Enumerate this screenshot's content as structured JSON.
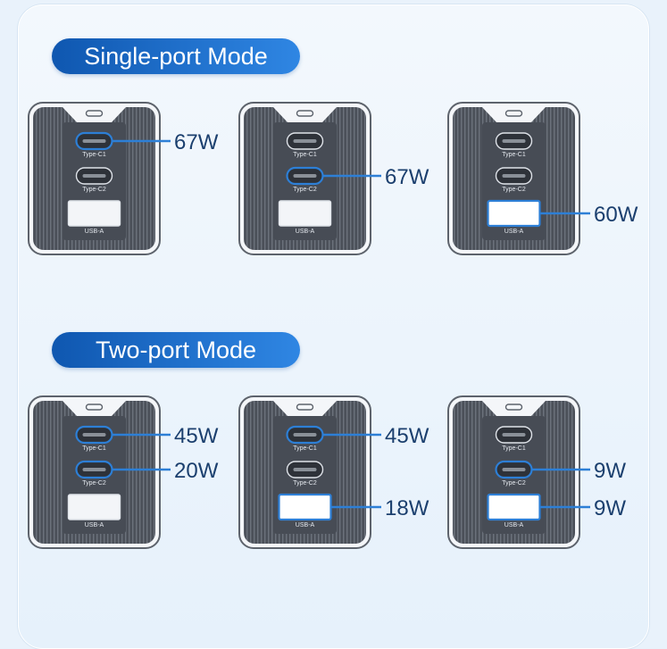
{
  "colors": {
    "accent": "#2d7fd6",
    "accent_dark": "#0f57b0",
    "device_body": "#4a4f58",
    "port_label_text": "#e4e8ee",
    "watt_text": "#1b3f6e"
  },
  "sections": [
    {
      "title": "Single-port Mode",
      "chargers": [
        {
          "ports": [
            {
              "label": "Type-C1",
              "kind": "usb-c",
              "active": true,
              "watt": "67W"
            },
            {
              "label": "Type-C2",
              "kind": "usb-c",
              "active": false,
              "watt": ""
            },
            {
              "label": "USB-A",
              "kind": "usb-a",
              "active": false,
              "watt": ""
            }
          ]
        },
        {
          "ports": [
            {
              "label": "Type-C1",
              "kind": "usb-c",
              "active": false,
              "watt": ""
            },
            {
              "label": "Type-C2",
              "kind": "usb-c",
              "active": true,
              "watt": "67W"
            },
            {
              "label": "USB-A",
              "kind": "usb-a",
              "active": false,
              "watt": ""
            }
          ]
        },
        {
          "ports": [
            {
              "label": "Type-C1",
              "kind": "usb-c",
              "active": false,
              "watt": ""
            },
            {
              "label": "Type-C2",
              "kind": "usb-c",
              "active": false,
              "watt": ""
            },
            {
              "label": "USB-A",
              "kind": "usb-a",
              "active": true,
              "watt": "60W"
            }
          ]
        }
      ]
    },
    {
      "title": "Two-port Mode",
      "chargers": [
        {
          "ports": [
            {
              "label": "Type-C1",
              "kind": "usb-c",
              "active": true,
              "watt": "45W"
            },
            {
              "label": "Type-C2",
              "kind": "usb-c",
              "active": true,
              "watt": "20W"
            },
            {
              "label": "USB-A",
              "kind": "usb-a",
              "active": false,
              "watt": ""
            }
          ]
        },
        {
          "ports": [
            {
              "label": "Type-C1",
              "kind": "usb-c",
              "active": true,
              "watt": "45W"
            },
            {
              "label": "Type-C2",
              "kind": "usb-c",
              "active": false,
              "watt": ""
            },
            {
              "label": "USB-A",
              "kind": "usb-a",
              "active": true,
              "watt": "18W"
            }
          ]
        },
        {
          "ports": [
            {
              "label": "Type-C1",
              "kind": "usb-c",
              "active": false,
              "watt": ""
            },
            {
              "label": "Type-C2",
              "kind": "usb-c",
              "active": true,
              "watt": "9W"
            },
            {
              "label": "USB-A",
              "kind": "usb-a",
              "active": true,
              "watt": "9W"
            }
          ]
        }
      ]
    }
  ]
}
